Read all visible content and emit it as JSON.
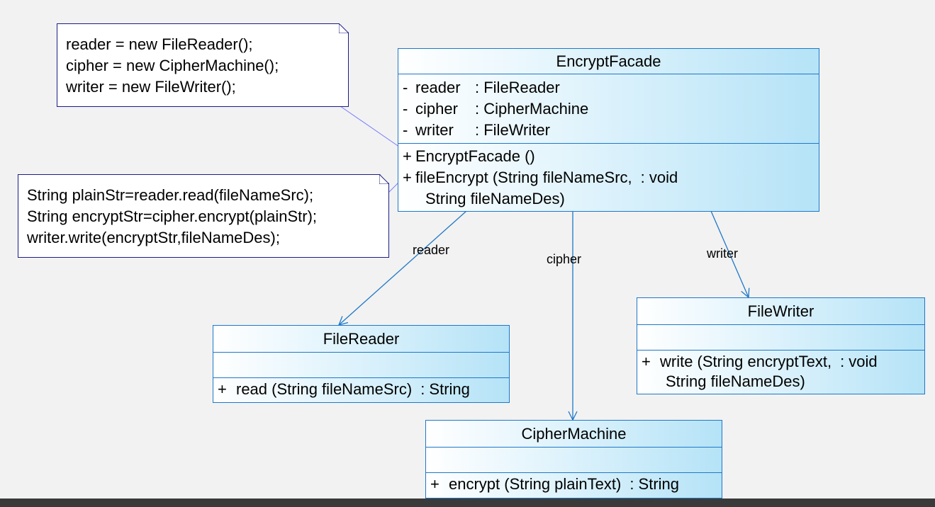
{
  "colors": {
    "class_border": "#1e78c8",
    "note_border": "#1c1c8a",
    "note_link": "#7b7bff",
    "association": "#1e78c8"
  },
  "notes": [
    {
      "lines": [
        "reader = new FileReader();",
        "cipher = new CipherMachine();",
        "writer = new FileWriter();"
      ]
    },
    {
      "lines": [
        "String plainStr=reader.read(fileNameSrc);",
        "String encryptStr=cipher.encrypt(plainStr);",
        "writer.write(encryptStr,fileNameDes);"
      ]
    }
  ],
  "classes": {
    "encrypt_facade": {
      "name": "EncryptFacade",
      "attributes": [
        {
          "vis": "-",
          "name": "reader",
          "type": ": FileReader"
        },
        {
          "vis": "-",
          "name": "cipher",
          "type": ": CipherMachine"
        },
        {
          "vis": "-",
          "name": "writer",
          "type": ": FileWriter"
        }
      ],
      "operations": [
        {
          "vis": "+",
          "sig": "EncryptFacade ()",
          "ret": ""
        },
        {
          "vis": "+",
          "sig": "fileEncrypt (String fileNameSrc,",
          "ret": ": void",
          "cont": "String fileNameDes)"
        }
      ]
    },
    "file_reader": {
      "name": "FileReader",
      "operations": [
        {
          "vis": "+",
          "sig": "read (String fileNameSrc)",
          "ret": ": String"
        }
      ]
    },
    "cipher_machine": {
      "name": "CipherMachine",
      "operations": [
        {
          "vis": "+",
          "sig": "encrypt (String plainText)",
          "ret": ": String"
        }
      ]
    },
    "file_writer": {
      "name": "FileWriter",
      "operations": [
        {
          "vis": "+",
          "sig": "write (String encryptText,",
          "ret": ": void",
          "cont": "String fileNameDes)"
        }
      ]
    }
  },
  "associations": {
    "reader": "reader",
    "cipher": "cipher",
    "writer": "writer"
  }
}
